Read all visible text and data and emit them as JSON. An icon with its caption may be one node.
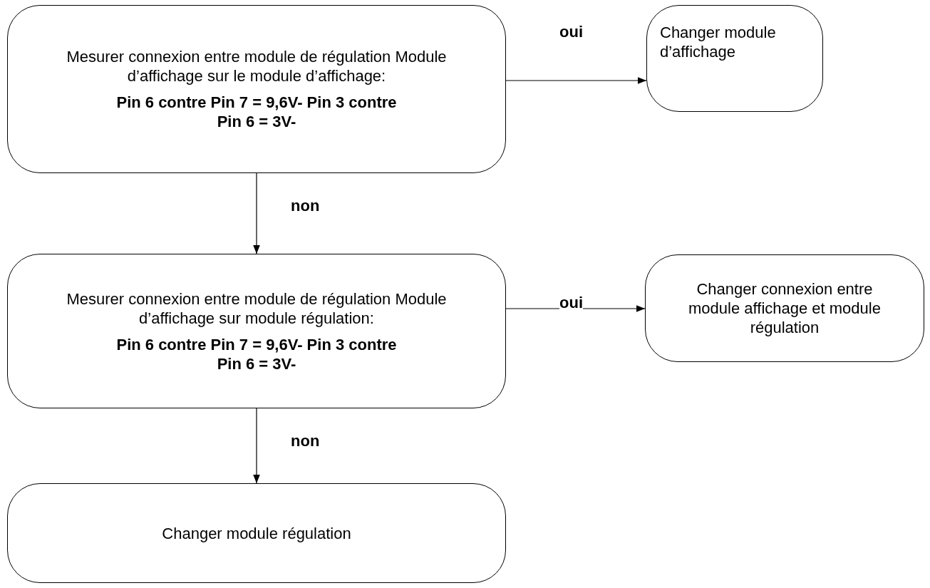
{
  "diagram": {
    "nodes": [
      {
        "text": [
          "Mesurer connexion entre module de régulation Module d’affichage sur le module d’affichage:",
          "Pin 6 contre Pin 7 = 9,6V- Pin 3 contre Pin 6 = 3V-"
        ]
      },
      {
        "text": [
          "Changer module d’affichage"
        ]
      },
      {
        "text": [
          "Mesurer connexion entre module de régulation Module d’affichage sur module régulation:",
          "Pin 6 contre Pin 7 = 9,6V- Pin 3 contre Pin 6 = 3V-"
        ]
      },
      {
        "text": [
          "Changer connexion entre module affichage et module régulation"
        ]
      },
      {
        "text": [
          "Changer module régulation"
        ]
      }
    ],
    "edges": [
      {
        "from": 0,
        "to": 1,
        "arrow": "to",
        "label": "oui"
      },
      {
        "from": 0,
        "to": 2,
        "arrow": "to",
        "label": "non"
      },
      {
        "from": 2,
        "to": 3,
        "arrow": "to",
        "label": "oui"
      },
      {
        "from": 2,
        "to": 4,
        "arrow": "to",
        "label": "non"
      }
    ]
  }
}
